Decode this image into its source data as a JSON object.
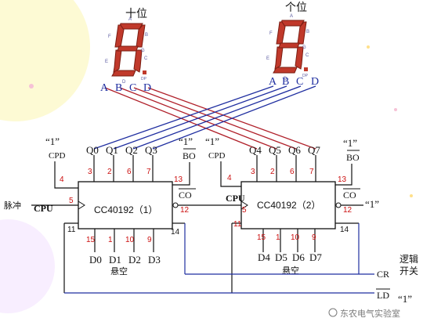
{
  "title_tens": "十位",
  "title_ones": "个位",
  "seg_letters": {
    "a": "A",
    "b": "B",
    "c": "C",
    "d": "D",
    "e": "E",
    "f": "F",
    "g": "G",
    "dp": "DP"
  },
  "bcd_inputs": [
    "A",
    "B",
    "C",
    "D"
  ],
  "chip1": {
    "name": "CC40192（1）",
    "outputs": [
      "Q0",
      "Q1",
      "Q2",
      "Q3"
    ],
    "output_pins": [
      "3",
      "2",
      "6",
      "7"
    ],
    "inputs": [
      "D0",
      "D1",
      "D2",
      "D3"
    ],
    "input_pins": [
      "15",
      "1",
      "10",
      "9"
    ],
    "pin_cpd": "4",
    "pin_cpu": "5",
    "pin_bo": "13",
    "pin_co": "12",
    "pin_ld": "11",
    "pin_cr": "14",
    "floating": "悬空"
  },
  "chip2": {
    "name": "CC40192（2）",
    "outputs": [
      "Q4",
      "Q5",
      "Q6",
      "Q7"
    ],
    "output_pins": [
      "3",
      "2",
      "6",
      "7"
    ],
    "inputs": [
      "D4",
      "D5",
      "D6",
      "D7"
    ],
    "input_pins": [
      "15",
      "1",
      "10",
      "9"
    ],
    "pin_cpd": "4",
    "pin_cpu": "5",
    "pin_bo": "13",
    "pin_co": "12",
    "pin_ld": "11",
    "pin_cr": "14",
    "floating": "悬空"
  },
  "labels": {
    "one": "“1”",
    "cpd": "CPD",
    "cpu": "CPU",
    "bo": "BO",
    "co": "CO",
    "pulse": "脉冲",
    "cr": "CR",
    "ld": "LD",
    "logic_switch": [
      "逻辑",
      "开关"
    ],
    "watermark": "东农电气实验室"
  },
  "colors": {
    "segment": "#c0392b",
    "segment_edge": "#7a1d12",
    "segment_text": "#5a5aa0",
    "wire_blue": "#1f2ea0",
    "wire_red": "#b0202a",
    "pin_red": "#cc1010",
    "black": "#111111",
    "chip_fill": "#ffffff"
  }
}
